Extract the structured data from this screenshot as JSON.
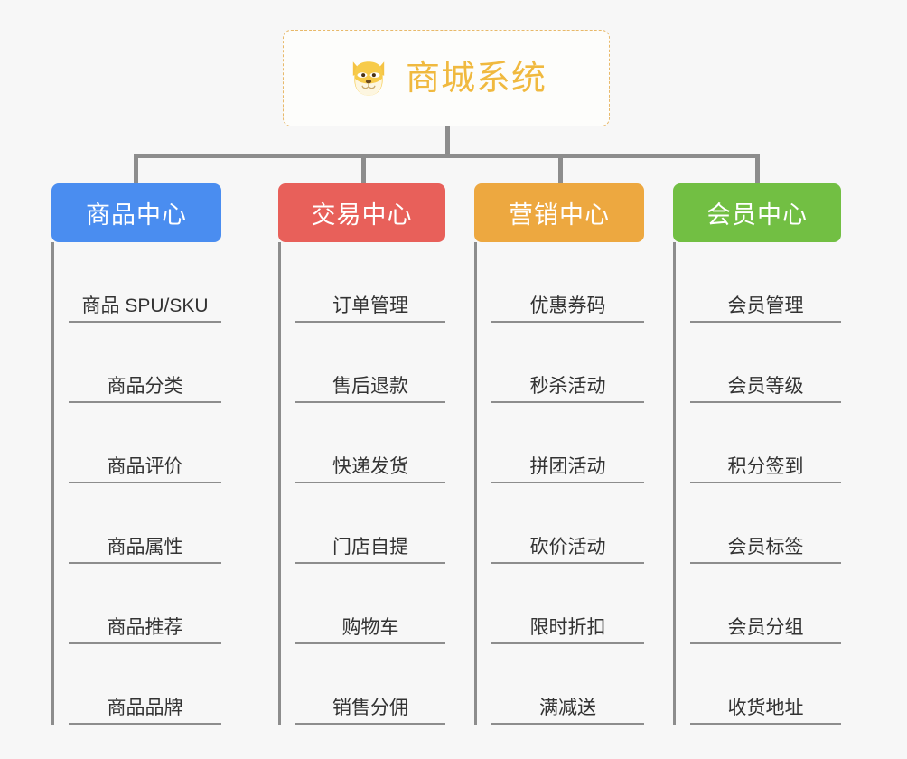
{
  "root": {
    "title": "商城系统",
    "icon": "shiba-dog-icon",
    "border_color": "#e8b96a",
    "text_color": "#f0b93f"
  },
  "canvas": {
    "background": "#f7f7f7",
    "connector_color": "#8d8d8d"
  },
  "columns": [
    {
      "header": "商品中心",
      "color": "#4a8df0",
      "color_name": "blue",
      "items": [
        "商品 SPU/SKU",
        "商品分类",
        "商品评价",
        "商品属性",
        "商品推荐",
        "商品品牌"
      ]
    },
    {
      "header": "交易中心",
      "color": "#e8605a",
      "color_name": "red",
      "items": [
        "订单管理",
        "售后退款",
        "快递发货",
        "门店自提",
        "购物车",
        "销售分佣"
      ]
    },
    {
      "header": "营销中心",
      "color": "#eda840",
      "color_name": "orange",
      "items": [
        "优惠券码",
        "秒杀活动",
        "拼团活动",
        "砍价活动",
        "限时折扣",
        "满减送"
      ]
    },
    {
      "header": "会员中心",
      "color": "#72bf43",
      "color_name": "green",
      "items": [
        "会员管理",
        "会员等级",
        "积分签到",
        "会员标签",
        "会员分组",
        "收货地址"
      ]
    }
  ]
}
